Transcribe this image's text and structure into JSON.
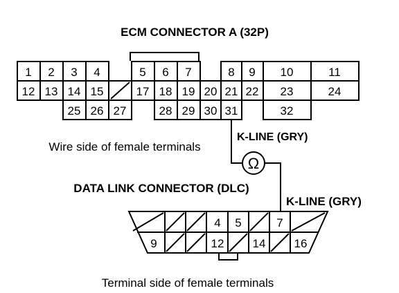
{
  "ecm": {
    "title": "ECM CONNECTOR A (32P)",
    "side_label": "Wire side of female terminals",
    "pins": [
      "1",
      "2",
      "3",
      "4",
      "5",
      "6",
      "7",
      "8",
      "9",
      "10",
      "11",
      "12",
      "13",
      "14",
      "15",
      "17",
      "18",
      "19",
      "20",
      "21",
      "22",
      "23",
      "24",
      "25",
      "26",
      "27",
      "28",
      "29",
      "30",
      "31",
      "32"
    ]
  },
  "wire_labels": {
    "ecm_side": "K-LINE (GRY)",
    "dlc_side": "K-LINE (GRY)"
  },
  "meter_symbol": "Ω",
  "dlc": {
    "title": "DATA LINK CONNECTOR (DLC)",
    "side_label": "Terminal side of female terminals",
    "pins": [
      "4",
      "5",
      "7",
      "9",
      "12",
      "14",
      "16"
    ]
  },
  "colors": {
    "line": "#000000",
    "background": "#ffffff"
  }
}
